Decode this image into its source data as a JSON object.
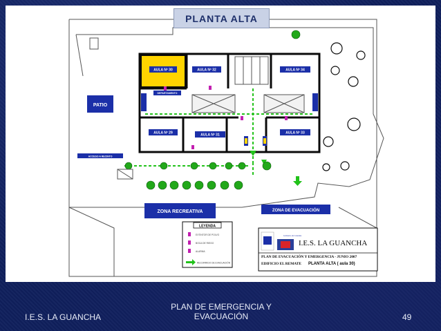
{
  "slide": {
    "title": "PLANTA ALTA",
    "footer_left": "I.E.S. LA GUANCHA",
    "footer_center_line1": "PLAN DE EMERGENCIA Y",
    "footer_center_line2": "EVACUACIÓN",
    "page_number": "49"
  },
  "plan": {
    "rooms": {
      "aula30": "AULA Nº 30",
      "aula32": "AULA Nº 32",
      "aula34": "AULA Nº 34",
      "aula29": "AULA Nº 29",
      "aula31": "AULA Nº 31",
      "aula33": "AULA Nº 33",
      "small_room": "DEPARTAMENTO"
    },
    "zones": {
      "patio": "PATIO",
      "recreativa": "ZONA RECREATIVA",
      "evacuacion": "ZONA DE EVACUACIÓN",
      "acceso": "ACCESO A RECINTO"
    },
    "legend": {
      "title": "LEYENDA",
      "items": [
        "EXTINTOR DE POLVO",
        "BOCA DE RIEGO",
        "ALARMA",
        "RECORRIDO DE EVACUACIÓN"
      ]
    },
    "title_block": {
      "school": "I.E.S. LA GUANCHA",
      "plan_line": "PLAN DE EVACUACIÓN Y EMERGENCIA - JUNIO 2007",
      "building": "EDIFICIO EL REMATE",
      "floor": "PLANTA ALTA ( aula 30)",
      "logo_text": "Gobierno de Canarias"
    },
    "colors": {
      "highlight_room": "#ffd400",
      "label_bg": "#1b2fa8",
      "evac_green": "#22c21a",
      "extinguisher_magenta": "#c21fb0",
      "wall": "#0a0a0a"
    }
  }
}
